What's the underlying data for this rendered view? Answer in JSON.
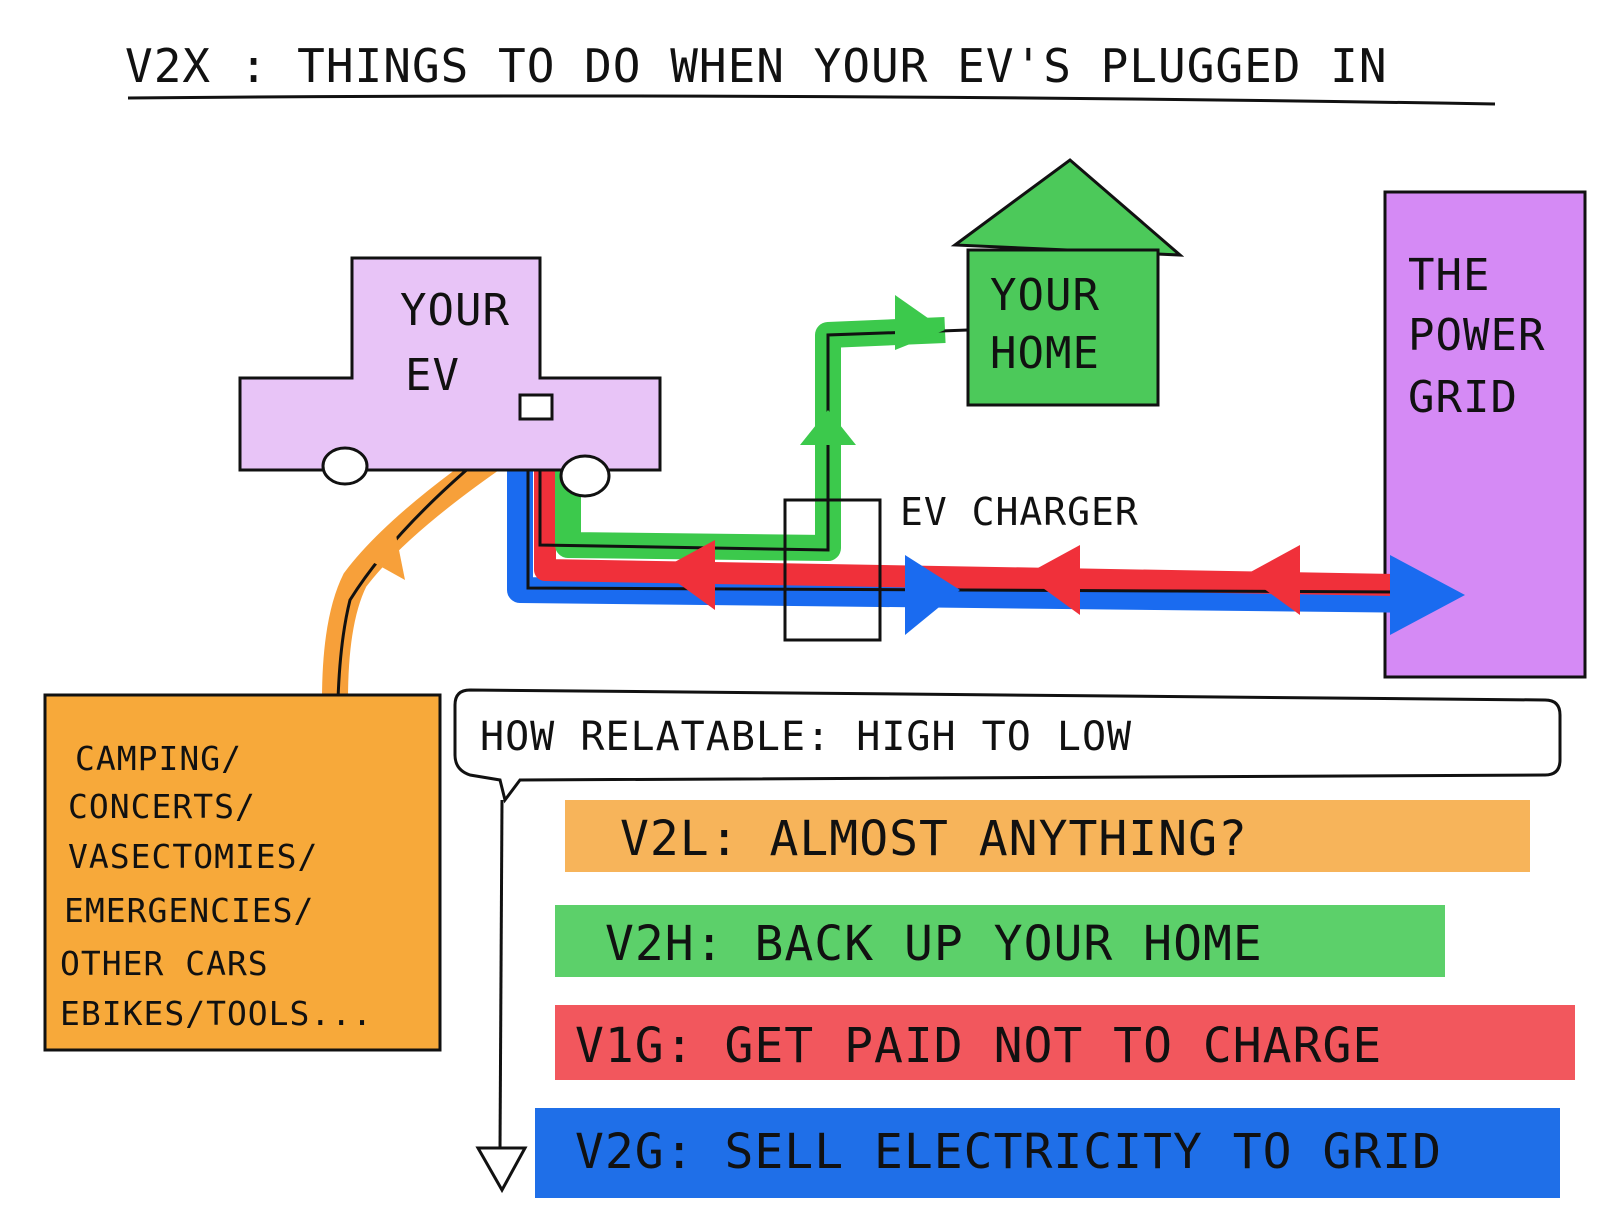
{
  "title": "V2X : THINGS TO DO WHEN YOUR EV'S PLUGGED IN",
  "nodes": {
    "ev": [
      "YOUR",
      "EV"
    ],
    "home": [
      "YOUR",
      "HOME"
    ],
    "grid": [
      "THE",
      "POWER",
      "GRID"
    ],
    "charger": "EV CHARGER"
  },
  "v2l_uses": [
    "CAMPING/",
    "CONCERTS/",
    "VASECTOMIES/",
    "EMERGENCIES/",
    "OTHER CARS",
    "EBIKES/TOOLS..."
  ],
  "ranking_header": "HOW RELATABLE: HIGH TO LOW",
  "bands": [
    {
      "code": "V2L",
      "text": "V2L: ALMOST ANYTHING?",
      "color": "#f7b45a"
    },
    {
      "code": "V2H",
      "text": "V2H: BACK UP YOUR HOME",
      "color": "#5cd06a"
    },
    {
      "code": "V1G",
      "text": "V1G: GET PAID NOT TO CHARGE",
      "color": "#f2575d"
    },
    {
      "code": "V2G",
      "text": "V2G: SELL ELECTRICITY TO GRID",
      "color": "#1f6fe8"
    }
  ],
  "colors": {
    "ev": "#e8c4f7",
    "home": "#4cc95a",
    "grid": "#d58af5",
    "v2l_box": "#f7a93a",
    "flow_v2l": "#f7a03a",
    "flow_v2h": "#3cc94c",
    "flow_v1g": "#f0303a",
    "flow_v2g": "#1a6bf0"
  },
  "icons": [
    "arrow-icon",
    "down-arrow-icon"
  ]
}
